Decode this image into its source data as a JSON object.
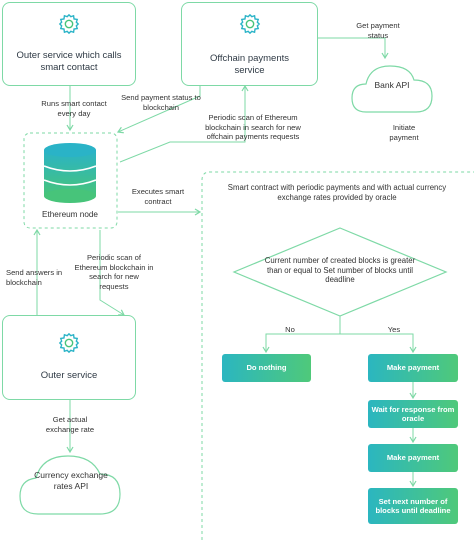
{
  "boxes": {
    "outer_service_calls": "Outer service which calls smart contact",
    "offchain_service": "Offchain payments service",
    "outer_service": "Outer service"
  },
  "clouds": {
    "bank_api": "Bank API",
    "currency_api": "Currency exchange rates API"
  },
  "ethereum_node": "Ethereum node",
  "labels": {
    "get_payment_status": "Get payment status",
    "initiate_payment": "Initiate payment",
    "runs_smart_contact": "Runs smart contact every day",
    "send_payment_status": "Send payment status to blockchain",
    "periodic_scan_offchain": "Periodic scan of Ethereum blockchain in search for new offchain payments requests",
    "executes_smart_contract": "Executes smart contract",
    "send_answers": "Send answers in blockchain",
    "periodic_scan_requests": "Periodic scan of Ethereum blockchain in search for new requests",
    "get_actual_rate": "Get actual exchange rate",
    "no": "No",
    "yes": "Yes"
  },
  "contract_area": {
    "title": "Smart contract with periodic payments and with actual currency exchange rates provided by oracle",
    "decision": "Current number of created blocks is greater than or equal to Set number of blocks until deadline"
  },
  "flow_nodes": {
    "do_nothing": "Do nothing",
    "make_payment_1": "Make payment",
    "wait_oracle": "Wait for response from oracle",
    "make_payment_2": "Make payment",
    "set_next": "Set next number of blocks until deadline"
  },
  "colors": {
    "accent_green": "#4cc77f",
    "node_teal": "#2bb6c0",
    "node_green": "#4fc97a",
    "line_green": "#7ed9a6",
    "db_top": "#2ab3c7",
    "db_bottom": "#47c47a"
  },
  "icons": [
    "gear-icon",
    "database-icon",
    "cloud-icon"
  ]
}
